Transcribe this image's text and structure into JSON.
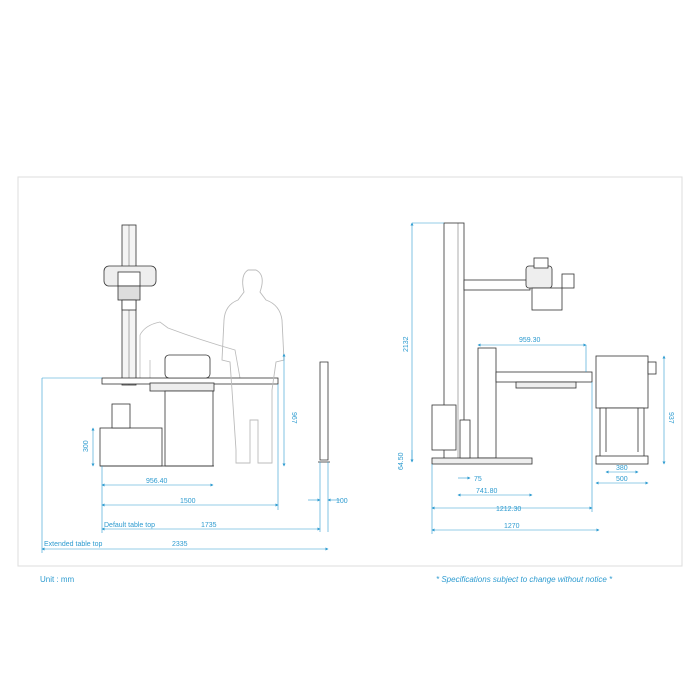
{
  "footer": {
    "unit_label": "Unit : mm",
    "spec_note": "* Specifications subject to change without notice *"
  },
  "front_view": {
    "dim_table_top_width": "956.40",
    "dim_table_length": "1500",
    "dim_default_label": "Default table top",
    "dim_default_value": "1735",
    "dim_extended_label": "Extended table top",
    "dim_extended_value": "2335",
    "dim_base_height": "300",
    "dim_table_height": "967",
    "dim_panel_depth": "100"
  },
  "side_view": {
    "dim_total_height": "2132",
    "dim_arm_reach": "959.30",
    "dim_floor_offset": "64.50",
    "dim_gap": "75",
    "dim_base_width": "741.80",
    "dim_table_depth": "1212.30",
    "dim_total_depth": "1270"
  },
  "cabinet_view": {
    "dim_height": "937",
    "dim_inner_width": "380",
    "dim_outer_width": "500"
  },
  "colors": {
    "dimension": "#2d9bd0",
    "outline": "#333333",
    "frame": "#dddddd",
    "silhouette": "#bbbbbb"
  }
}
